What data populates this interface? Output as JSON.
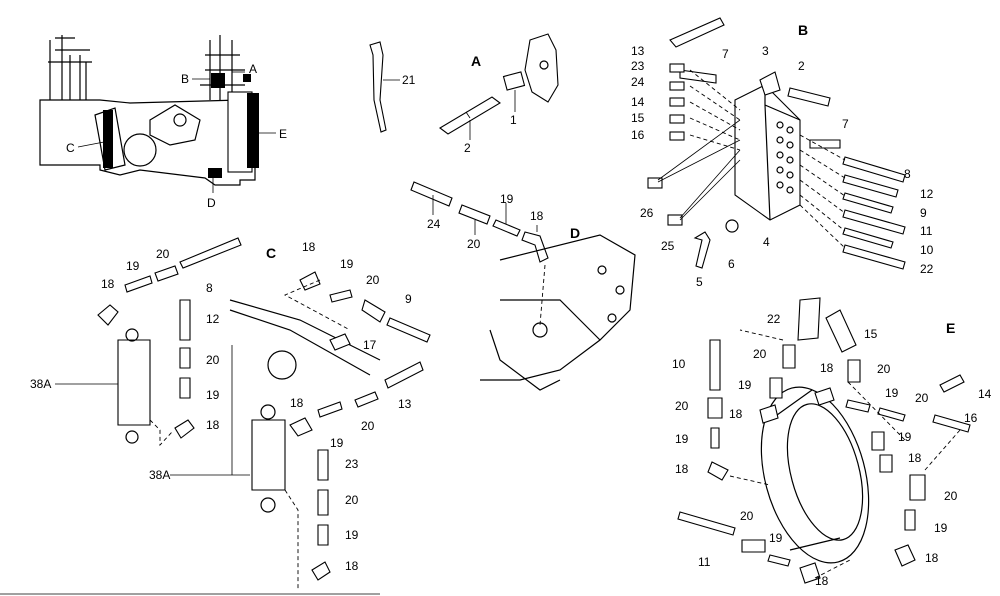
{
  "section_labels": {
    "A": "A",
    "B": "B",
    "C": "C",
    "D": "D",
    "E": "E"
  },
  "overview_labels": {
    "A": "A",
    "B": "B",
    "C": "C",
    "D": "D",
    "E": "E"
  },
  "callouts": {
    "n1": "1",
    "n2": "2",
    "n3": "3",
    "n4": "4",
    "n5": "5",
    "n6": "6",
    "n7": "7",
    "n8": "8",
    "n9": "9",
    "n10": "10",
    "n11": "11",
    "n12": "12",
    "n13": "13",
    "n14": "14",
    "n15": "15",
    "n16": "16",
    "n17": "17",
    "n18": "18",
    "n19": "19",
    "n20": "20",
    "n21": "21",
    "n22": "22",
    "n23": "23",
    "n24": "24",
    "n25": "25",
    "n26": "26",
    "n38A": "38A"
  }
}
